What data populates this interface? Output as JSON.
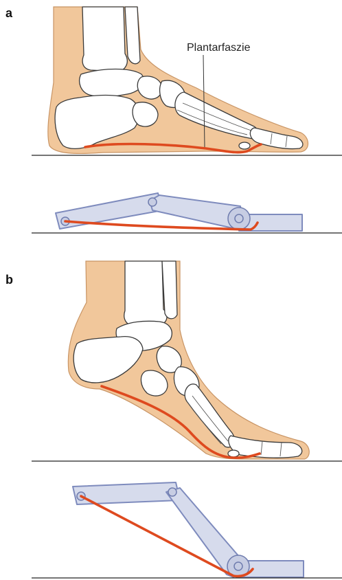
{
  "panels": {
    "a_label": "a",
    "b_label": "b"
  },
  "callouts": {
    "plantar_fascia": "Plantarfaszie"
  },
  "colors": {
    "fascia": "#de4a1f",
    "skin": "#f1c79b",
    "link_fill": "#d6dbec",
    "link_stroke": "#7e8bbd",
    "bone_outline": "#3a3a3a"
  }
}
